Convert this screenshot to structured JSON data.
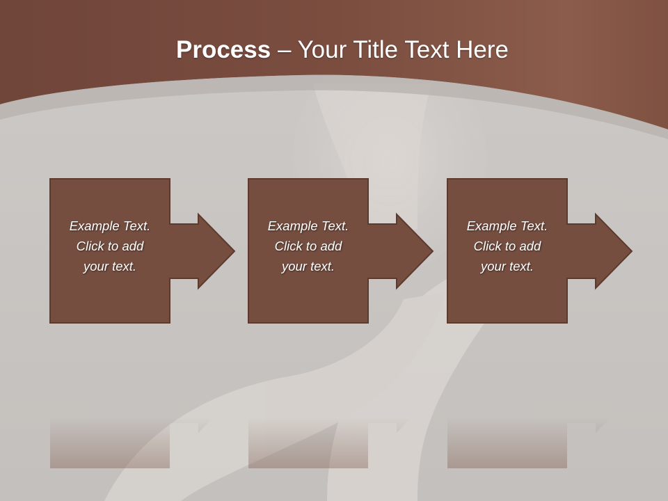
{
  "title": {
    "bold": "Process",
    "rest": " – Your Title Text Here"
  },
  "steps": [
    {
      "text": "Example Text.\nClick  to add\nyour text."
    },
    {
      "text": "Example Text.\nClick  to add\nyour text."
    },
    {
      "text": "Example Text.\nClick  to add\nyour text."
    }
  ],
  "colors": {
    "header": "#7a4d3f",
    "box_fill": "#754e40",
    "box_border": "#5c3a2e",
    "background": "#c8c4c1"
  }
}
